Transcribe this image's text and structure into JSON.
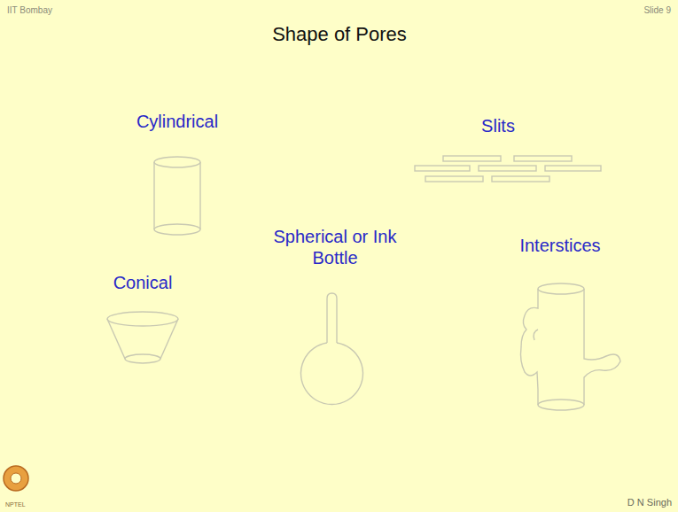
{
  "diagram": {
    "title": "Shape of Pores",
    "labels": [
      "IIT Bombay",
      "Slide 9",
      "Cylindrical",
      "Slits",
      "Spherical or Ink Bottle",
      "Conical",
      "Interstices",
      "D N Singh",
      "NPTEL"
    ]
  }
}
